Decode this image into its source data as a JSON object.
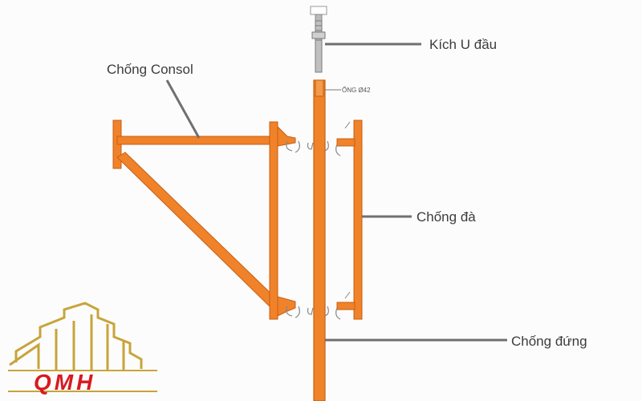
{
  "labels": {
    "kich_u": "Kích U đầu",
    "ong": "ỐNG Ø42",
    "chong_consol": "Chống Consol",
    "chong_da": "Chống đà",
    "chong_dung": "Chống đứng"
  },
  "logo": {
    "text": "QMH"
  },
  "colors": {
    "steel": "#f0822a",
    "steel_dark": "#c95f12",
    "leader": "#707070",
    "logo_gold": "#c8a43a",
    "logo_red": "#d71920"
  }
}
